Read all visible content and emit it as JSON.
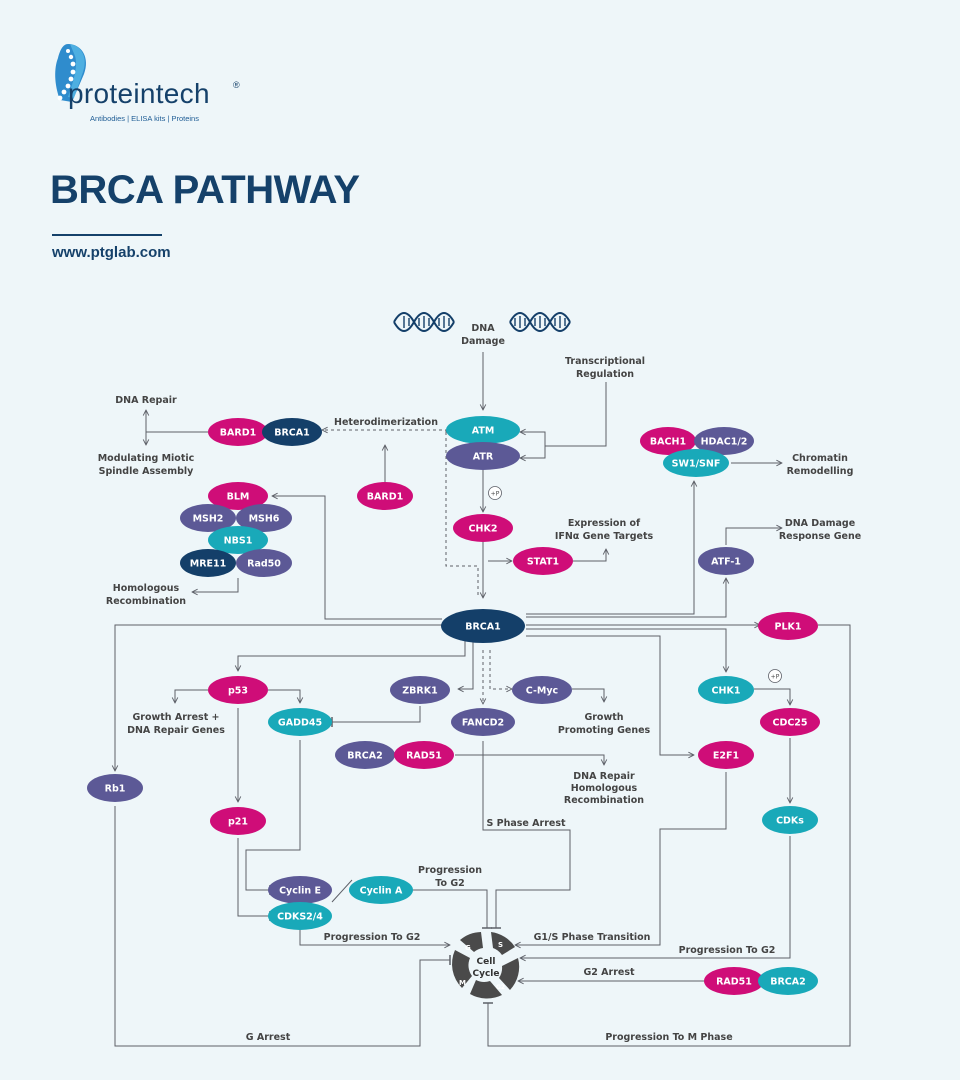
{
  "logo": {
    "name": "proteintech",
    "registered": "®",
    "tagline": "Antibodies  |  ELISA kits  |  Proteins"
  },
  "title": "BRCA PATHWAY",
  "url": "www.ptglab.com",
  "colors": {
    "pink": "#cf0d78",
    "teal": "#19a9b9",
    "purple": "#5c5996",
    "navy": "#143f69",
    "line": "#5d6068",
    "text": "#444444",
    "background": "#eef6f9"
  },
  "nodes": {
    "atm": "ATM",
    "atr": "ATR",
    "chk2": "CHK2",
    "stat1": "STAT1",
    "brca1_main": "BRCA1",
    "bard1_top": "BARD1",
    "brca1_top": "BRCA1",
    "bard1_mid": "BARD1",
    "blm": "BLM",
    "msh2": "MSH2",
    "msh6": "MSH6",
    "nbs1": "NBS1",
    "mre11": "MRE11",
    "rad50": "Rad50",
    "bach1": "BACH1",
    "hdac": "HDAC1/2",
    "swsnf": "SW1/SNF",
    "atf1": "ATF-1",
    "plk1": "PLK1",
    "p53": "p53",
    "gadd45": "GADD45",
    "zbrk1": "ZBRK1",
    "fancd2": "FANCD2",
    "cmyc": "C-Myc",
    "brca2_mid": "BRCA2",
    "rad51_mid": "RAD51",
    "chk1": "CHK1",
    "cdc25": "CDC25",
    "e2f1": "E2F1",
    "rb1": "Rb1",
    "p21": "p21",
    "cdks": "CDKs",
    "cycline": "Cyclin E",
    "cycline_a": "Cyclin A",
    "cdks24": "CDKS2/4",
    "rad51_bot": "RAD51",
    "brca2_bot": "BRCA2"
  },
  "labels": {
    "dna_damage": [
      "DNA",
      "Damage"
    ],
    "transcriptional": [
      "Transcriptional",
      "Regulation"
    ],
    "heterodimerization": "Heterodimerization",
    "dna_repair": "DNA Repair",
    "modulating": [
      "Modulating Miotic",
      "Spindle Assembly"
    ],
    "chromatin": [
      "Chromatin",
      "Remodelling"
    ],
    "expression": [
      "Expression of",
      "IFNα Gene Targets"
    ],
    "dna_damage_response": [
      "DNA Damage",
      "Response Gene"
    ],
    "homologous": [
      "Homologous",
      "Recombination"
    ],
    "plus_p": "+P",
    "growth_arrest": [
      "Growth Arrest +",
      "DNA Repair Genes"
    ],
    "growth_promoting": [
      "Growth",
      "Promoting Genes"
    ],
    "dna_repair_homologous": [
      "DNA Repair",
      "Homologous",
      "Recombination"
    ],
    "s_phase_arrest": "S Phase Arrest",
    "progression_to_g2_top": [
      "Progression",
      "To G2"
    ],
    "progression_to_g2_left": "Progression To G2",
    "g1s_transition": "G1/S Phase Transition",
    "progression_to_g2_right": "Progression To G2",
    "g2_arrest": "G2 Arrest",
    "g_arrest": "G Arrest",
    "progression_to_m": "Progression To M Phase",
    "cell_cycle": [
      "Cell",
      "Cycle"
    ],
    "phase_g": "G",
    "phase_s": "S",
    "phase_m": "M",
    "phase_g2": "G2"
  }
}
